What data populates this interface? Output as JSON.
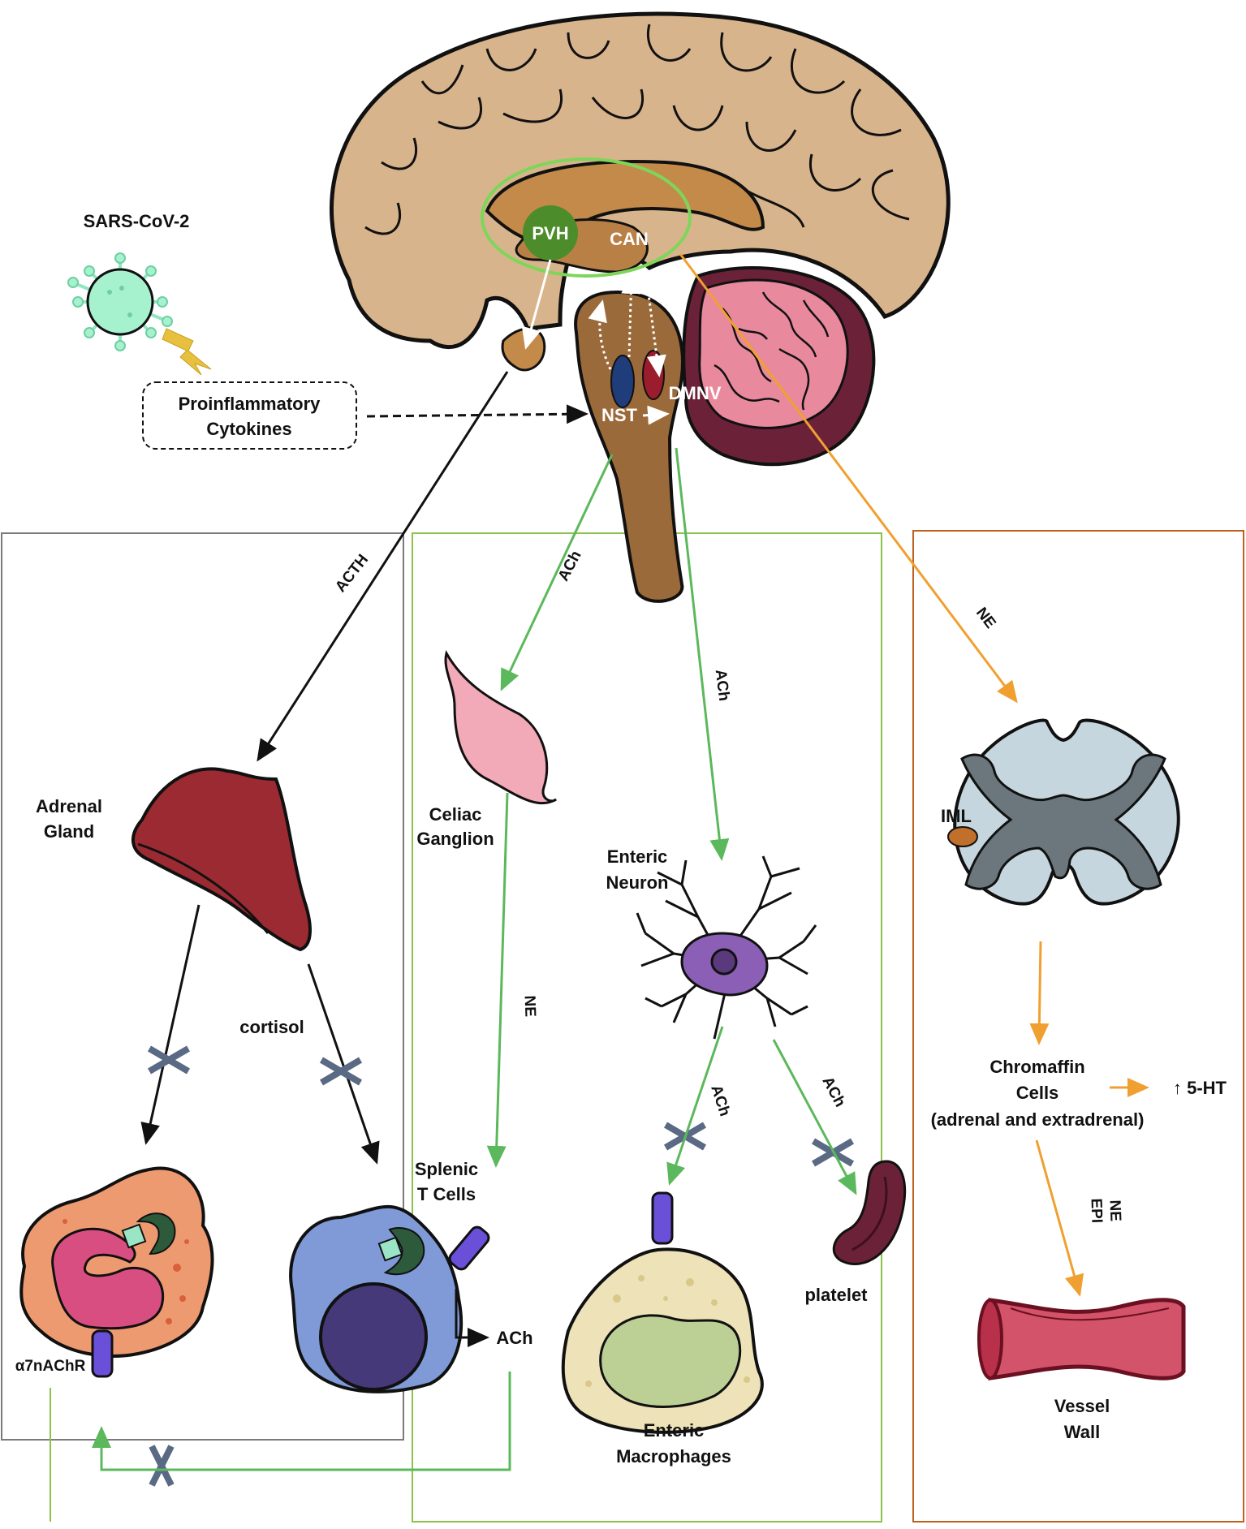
{
  "virus": {
    "label": "SARS-CoV-2"
  },
  "cytokines": {
    "line1": "Proinflammatory",
    "line2": "Cytokines"
  },
  "brain": {
    "pvh": "PVH",
    "can": "CAN",
    "nst": "NST",
    "dmnv": "DMNV"
  },
  "pathway_labels": {
    "acth": "ACTH",
    "ach_celiac": "ACh",
    "ach_enteric": "ACh",
    "ne_spinal": "NE",
    "ne_splenic": "NE",
    "ach_macrophage": "ACh",
    "ach_platelet": "ACh",
    "cortisol": "cortisol",
    "ach_tcell": "ACh",
    "ne_epi_1": "NE",
    "ne_epi_2": "EPI"
  },
  "organs": {
    "adrenal_l1": "Adrenal",
    "adrenal_l2": "Gland",
    "celiac_l1": "Celiac",
    "celiac_l2": "Ganglion",
    "enteric_neuron_l1": "Enteric",
    "enteric_neuron_l2": "Neuron",
    "iml": "IML",
    "splenic_l1": "Splenic",
    "splenic_l2": "T Cells",
    "receptor": "α7nAChR",
    "macrophage_l1": "Enteric",
    "macrophage_l2": "Macrophages",
    "platelet": "platelet",
    "chromaffin_l1": "Chromaffin",
    "chromaffin_l2": "Cells",
    "chromaffin_l3": "(adrenal and extradrenal)",
    "serotonin": "↑ 5-HT",
    "vessel_l1": "Vessel",
    "vessel_l2": "Wall"
  },
  "colors": {
    "green": "#5cb85c",
    "orange": "#f0a030",
    "black": "#111111",
    "gray_box": "#7a7a7a",
    "green_box": "#8bc34a",
    "brown_box": "#c0601e"
  }
}
